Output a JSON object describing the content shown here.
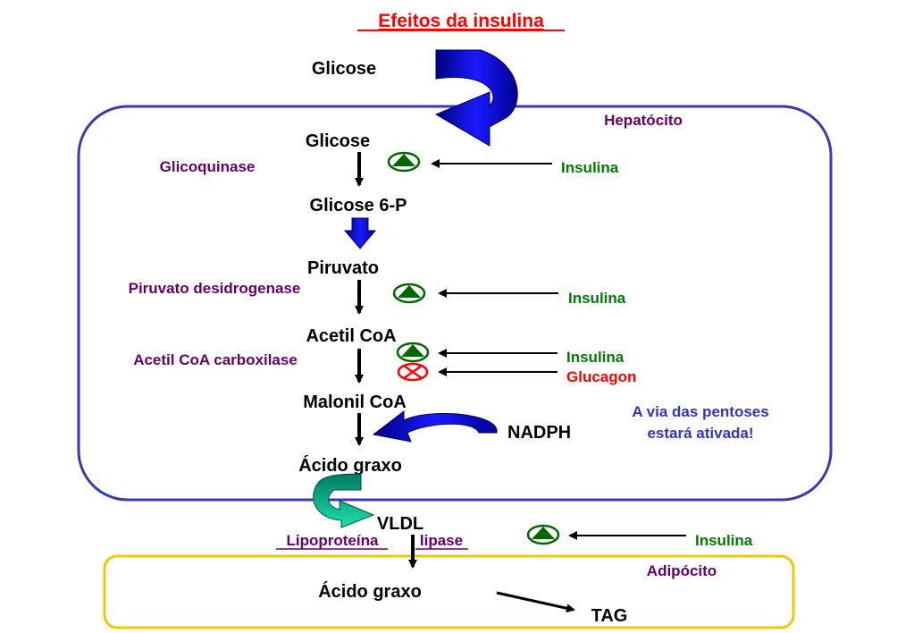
{
  "title": "Efeitos da insulina",
  "compartments": {
    "hepatocyte": "Hepatócito",
    "adipocyte": "Adipócito"
  },
  "metabolites": {
    "glucose_outside": "Glicose",
    "glucose_inside": "Glicose",
    "glucose_6p": "Glicose 6-P",
    "pyruvate": "Piruvato",
    "acetyl_coa": "Acetil CoA",
    "malonyl_coa": "Malonil CoA",
    "fatty_acid_liver": "Ácido graxo",
    "vldl": "VLDL",
    "fatty_acid_adipose": "Ácido graxo",
    "tag": "TAG",
    "nadph": "NADPH"
  },
  "enzymes": {
    "glucokinase": "Glicoquinase",
    "pyruvate_dehydrogenase": "Piruvato desidrogenase",
    "acetyl_coa_carboxylase": "Acetil CoA carboxilase",
    "lipoprotein_lipase_part1": "Lipoproteína",
    "lipoprotein_lipase_part2": "lipase"
  },
  "regulators": {
    "insulin_1": "Insulina",
    "insulin_2": "Insulina",
    "insulin_3": "Insulina",
    "glucagon": "Glucagon",
    "insulin_4": "Insulina"
  },
  "note": {
    "line1": "A via das pentoses",
    "line2": "estará ativada!"
  },
  "colors": {
    "title": "#ff0000",
    "enzyme": "#660066",
    "insulin": "#007a00",
    "glucagon": "#ff0000",
    "note": "#3333bb",
    "hepatocyte_border": "#3a3ab0",
    "adipocyte_border": "#f0c800",
    "blue_arrow": "#0000cc",
    "teal_arrow": "#00a080"
  }
}
